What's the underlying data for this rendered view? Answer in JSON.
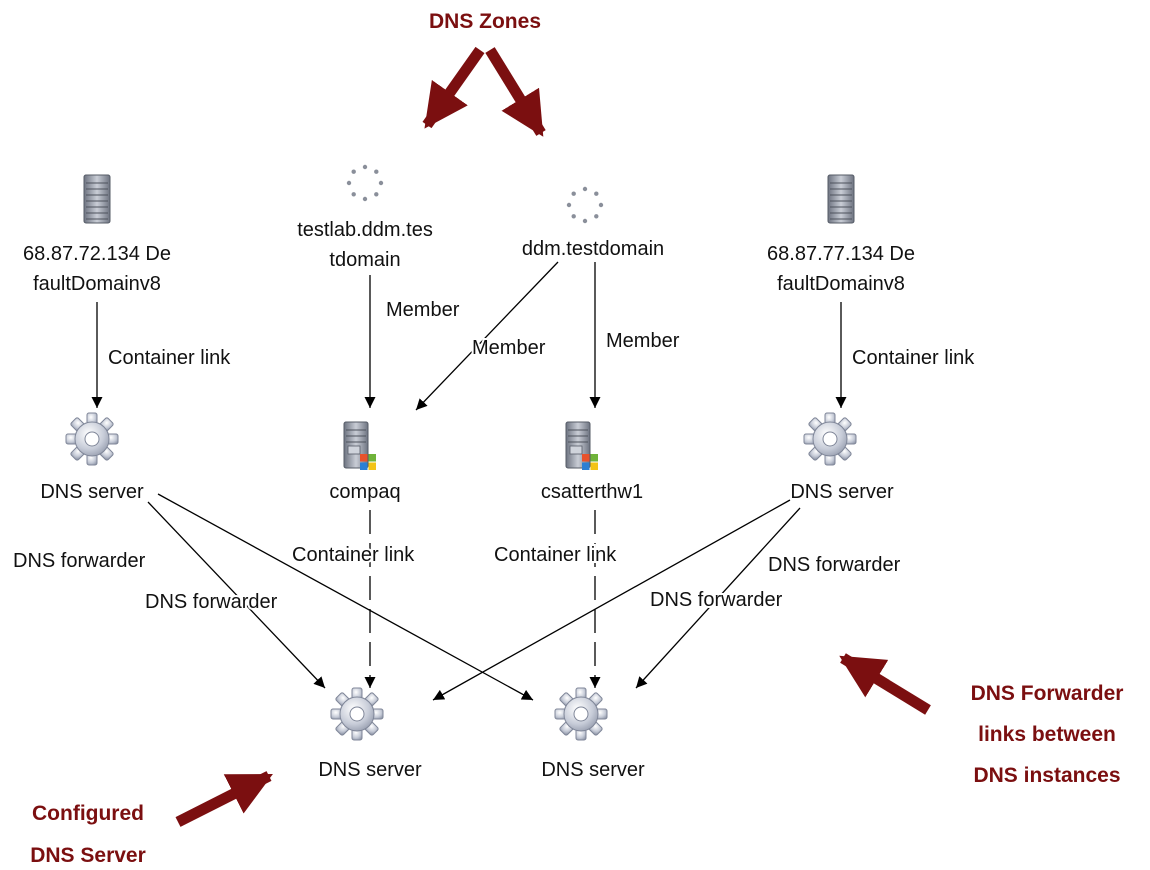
{
  "nodes": {
    "server_left": {
      "label_line1": "68.87.72.134 De",
      "label_line2": "faultDomainv8",
      "icon": "server-tower-icon"
    },
    "zone_testlab": {
      "label_line1": "testlab.ddm.tes",
      "label_line2": "tdomain",
      "icon": "dns-zone-icon"
    },
    "zone_ddm": {
      "label_line1": "ddm.testdomain",
      "icon": "dns-zone-icon"
    },
    "server_right": {
      "label_line1": "68.87.77.134 De",
      "label_line2": "faultDomainv8",
      "icon": "server-tower-icon"
    },
    "dns_top_left": {
      "label": "DNS server",
      "icon": "gear-icon"
    },
    "host_compaq": {
      "label": "compaq",
      "icon": "windows-server-icon"
    },
    "host_csatterthw1": {
      "label": "csatterthw1",
      "icon": "windows-server-icon"
    },
    "dns_top_right": {
      "label": "DNS server",
      "icon": "gear-icon"
    },
    "dns_bottom_left": {
      "label": "DNS server",
      "icon": "gear-icon"
    },
    "dns_bottom_right": {
      "label": "DNS server",
      "icon": "gear-icon"
    }
  },
  "edges": {
    "container_left": "Container link",
    "member_testlab": "Member",
    "member_ddm_compaq": "Member",
    "member_ddm_csat": "Member",
    "container_right": "Container link",
    "container_compaq": "Container link",
    "container_csat": "Container link",
    "forwarder_tl_1": "DNS forwarder",
    "forwarder_tl_2": "DNS forwarder",
    "forwarder_tr_1": "DNS forwarder",
    "forwarder_tr_2": "DNS forwarder"
  },
  "callouts": {
    "zones": "DNS Zones",
    "forwarder_line1": "DNS Forwarder",
    "forwarder_line2": "links between",
    "forwarder_line3": "DNS instances",
    "configured_line1": "Configured",
    "configured_line2": "DNS Server"
  },
  "colors": {
    "callout": "#7b0f10",
    "edge": "#000000",
    "icon_gray": "#8a8f9a"
  }
}
